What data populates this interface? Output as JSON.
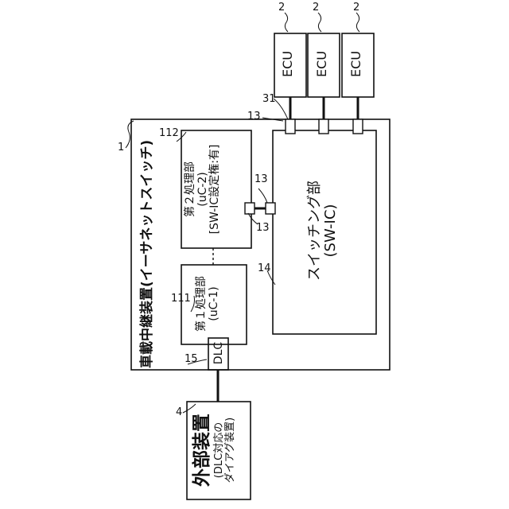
{
  "diagram": {
    "relay_title": "車載中継装置(イーサネットスイッチ)",
    "relay_ref": "1",
    "ecu_label": "ECU",
    "ecu_ref": "2",
    "first_proc": {
      "name": "第１処理部",
      "code": "(uC-1)",
      "ref": "111"
    },
    "second_proc": {
      "name": "第２処理部",
      "code": "(uC-2)",
      "note": "[SW-IC設定権:有]",
      "ref": "112"
    },
    "switch": {
      "name": "スイッチング部",
      "code": "(SW-IC)",
      "ref": "14"
    },
    "port_ref": "13",
    "ecu_port_ref": "31",
    "dlc": {
      "label": "DLC",
      "ref": "15"
    },
    "external": {
      "name": "外部装置",
      "note_line1": "(DLC対応の",
      "note_line2": "ダイアグ装置)",
      "ref": "4"
    }
  }
}
